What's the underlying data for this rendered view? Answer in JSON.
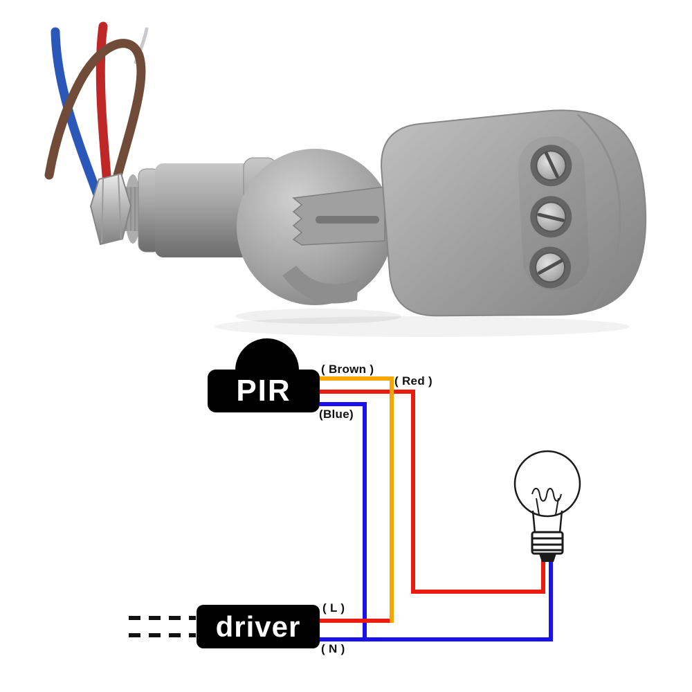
{
  "page": {
    "background": "#ffffff"
  },
  "photo": {
    "subject": "pir-motion-sensor-with-lead-wires",
    "colors": {
      "body_light": "#c8c8c8",
      "body_mid": "#a0a0a0",
      "body_dark": "#6d6d6d",
      "wire_blue": "#2b57b8",
      "wire_red": "#bf2726",
      "wire_brown": "#6f4b38"
    }
  },
  "diagram": {
    "pir_box": {
      "label": "PIR"
    },
    "driver_box": {
      "label": "driver"
    },
    "labels": {
      "brown": "( Brown )",
      "red": "( Red )",
      "blue": "(Blue)",
      "live": "( L )",
      "neutral": "( N )"
    },
    "wire_colors": {
      "brown": "#F7A600",
      "red": "#EC1B10",
      "blue": "#1B10EE",
      "outline": "#1a1a1a"
    },
    "box_style": {
      "background": "#000000",
      "text": "#ffffff"
    }
  }
}
